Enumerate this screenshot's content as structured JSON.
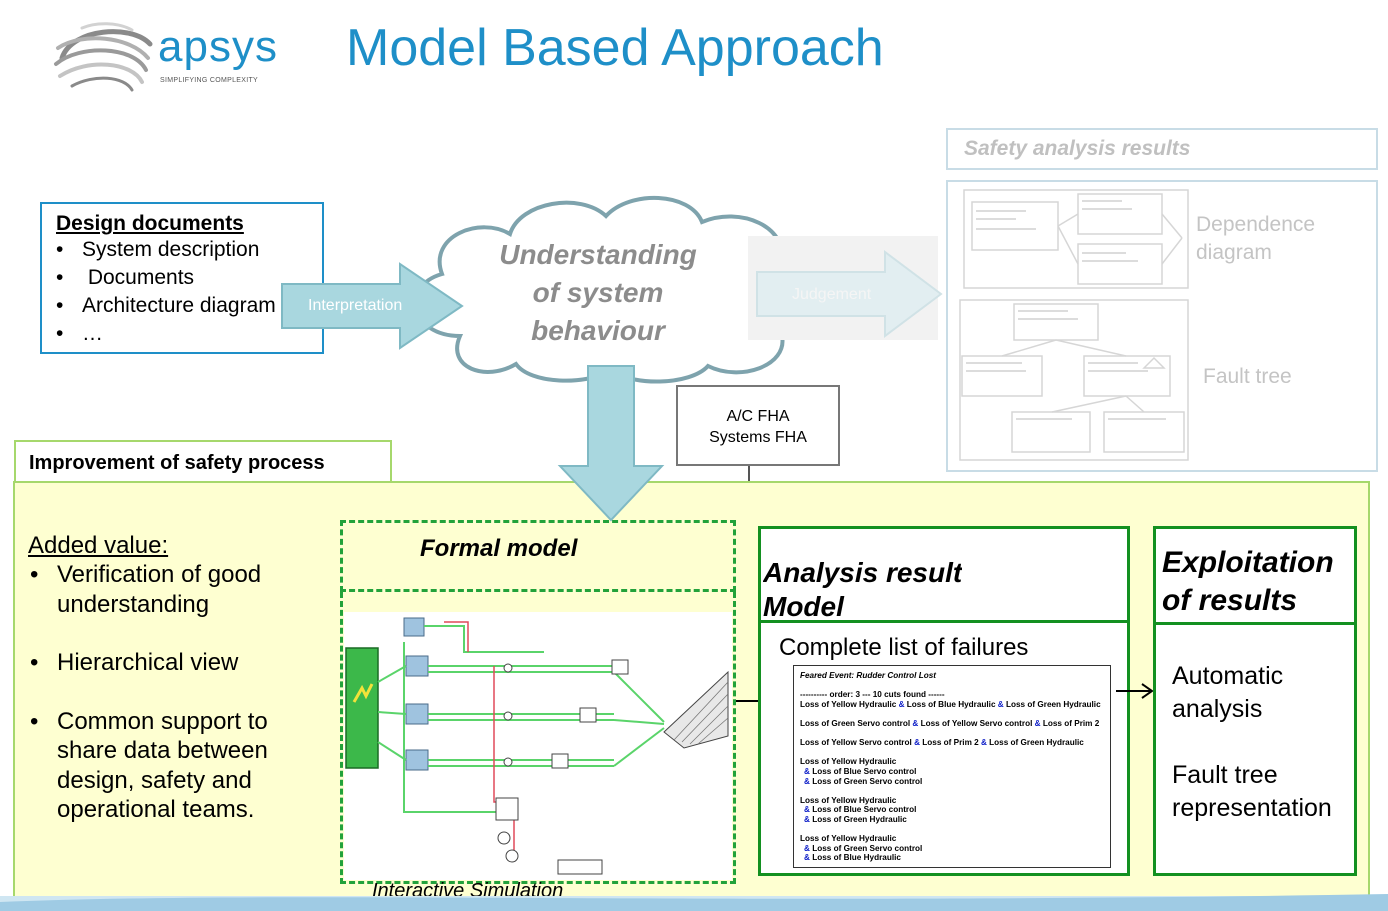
{
  "logo": {
    "name": "apsys",
    "tagline": "SIMPLIFYING COMPLEXITY",
    "icon": "globe-swirl-icon"
  },
  "title": "Model Based Approach",
  "design_documents": {
    "heading": "Design documents",
    "items": [
      "System description",
      " Documents",
      "Architecture diagram",
      "…"
    ]
  },
  "arrows": {
    "interpretation": "Interpretation",
    "judgement": "Judgement"
  },
  "cloud": {
    "lines": [
      "Understanding",
      "of system",
      "behaviour"
    ]
  },
  "safety_results": {
    "title": "Safety analysis  results",
    "dependence_label": [
      "Dependence",
      "diagram"
    ],
    "fault_tree_label": "Fault tree"
  },
  "fha": {
    "lines": [
      "A/C FHA",
      "Systems FHA"
    ]
  },
  "improvement": {
    "title": "Improvement  of safety process"
  },
  "added_value": {
    "heading": "Added value:",
    "items": [
      "Verification of good understanding",
      "Hierarchical view",
      "Common support to share data between design, safety and operational teams."
    ]
  },
  "formal_model": {
    "title": "Formal model",
    "caption": "Interactive Simulation"
  },
  "analysis_result": {
    "title_lines": [
      "Analysis result",
      "Model"
    ],
    "subtitle": "Complete list of failures",
    "feared_event": "Feared Event: Rudder Control Lost",
    "order_line": "---------- order: 3 --- 10 cuts found ------",
    "cuts": [
      [
        "Loss of Yellow Hydraulic",
        "Loss of Blue Hydraulic",
        "Loss of Green Hydraulic"
      ],
      [
        "Loss of Green Servo control",
        "Loss of Yellow Servo control",
        "Loss of Prim 2"
      ],
      [
        "Loss of Yellow Servo control",
        "Loss of Prim 2",
        "Loss of Green Hydraulic"
      ]
    ],
    "stacked_cuts": [
      [
        "Loss of Yellow Hydraulic",
        "Loss of Blue Servo control",
        "Loss of Green Servo control"
      ],
      [
        "Loss of Yellow Hydraulic",
        "Loss of Blue Servo control",
        "Loss of Green Hydraulic"
      ],
      [
        "Loss of Yellow Hydraulic",
        "Loss of Green Servo control",
        "Loss of Blue Hydraulic"
      ]
    ],
    "amp": "&"
  },
  "exploitation": {
    "title_lines": [
      "Exploitation",
      "of results"
    ],
    "body_lines": [
      "Automatic",
      "analysis",
      "",
      "Fault tree",
      "representation"
    ]
  },
  "colors": {
    "accent_blue": "#1e8fc8",
    "green_dark": "#139020",
    "green_light": "#a6d86c",
    "panel_bg": "#feffd1",
    "arrow_fill": "#a9d7df"
  }
}
